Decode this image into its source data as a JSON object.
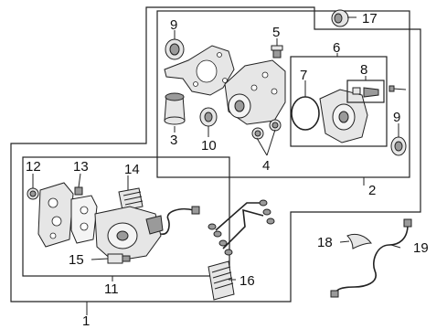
{
  "diagram": {
    "callouts": {
      "c1": "1",
      "c2": "2",
      "c3": "3",
      "c4": "4",
      "c5": "5",
      "c6": "6",
      "c7": "7",
      "c8": "8",
      "c9a": "9",
      "c9b": "9",
      "c10": "10",
      "c11": "11",
      "c12": "12",
      "c13": "13",
      "c14": "14",
      "c15": "15",
      "c16": "16",
      "c17": "17",
      "c18": "18",
      "c19": "19"
    }
  }
}
